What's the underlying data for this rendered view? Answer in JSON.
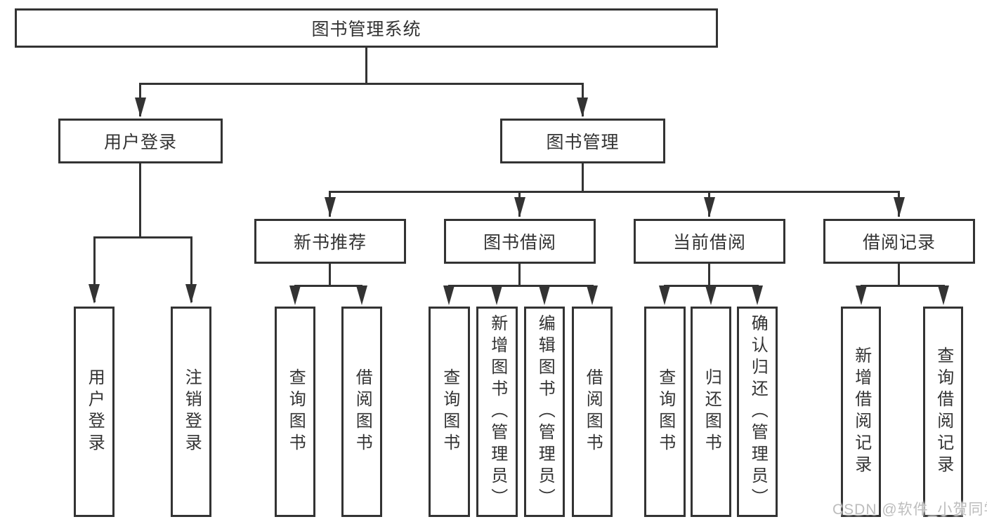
{
  "tree": {
    "root": "图书管理系统",
    "branches": [
      {
        "label": "用户登录",
        "leaves": [
          "用户登录",
          "注销登录"
        ]
      },
      {
        "label": "图书管理",
        "groups": [
          {
            "label": "新书推荐",
            "leaves": [
              "查询图书",
              "借阅图书"
            ]
          },
          {
            "label": "图书借阅",
            "leaves": [
              "查询图书",
              "新增图书（管理员）",
              "编辑图书（管理员）",
              "借阅图书"
            ]
          },
          {
            "label": "当前借阅",
            "leaves": [
              "查询图书",
              "归还图书",
              "确认归还（管理员）"
            ]
          },
          {
            "label": "借阅记录",
            "leaves": [
              "新增借阅记录",
              "查询借阅记录"
            ]
          }
        ]
      }
    ]
  },
  "watermark": {
    "text": "CSDN @软件_小贺同学"
  },
  "colors": {
    "line": "#333333",
    "text": "#333333",
    "watermark": "#bdbdbd",
    "background": "#ffffff"
  }
}
